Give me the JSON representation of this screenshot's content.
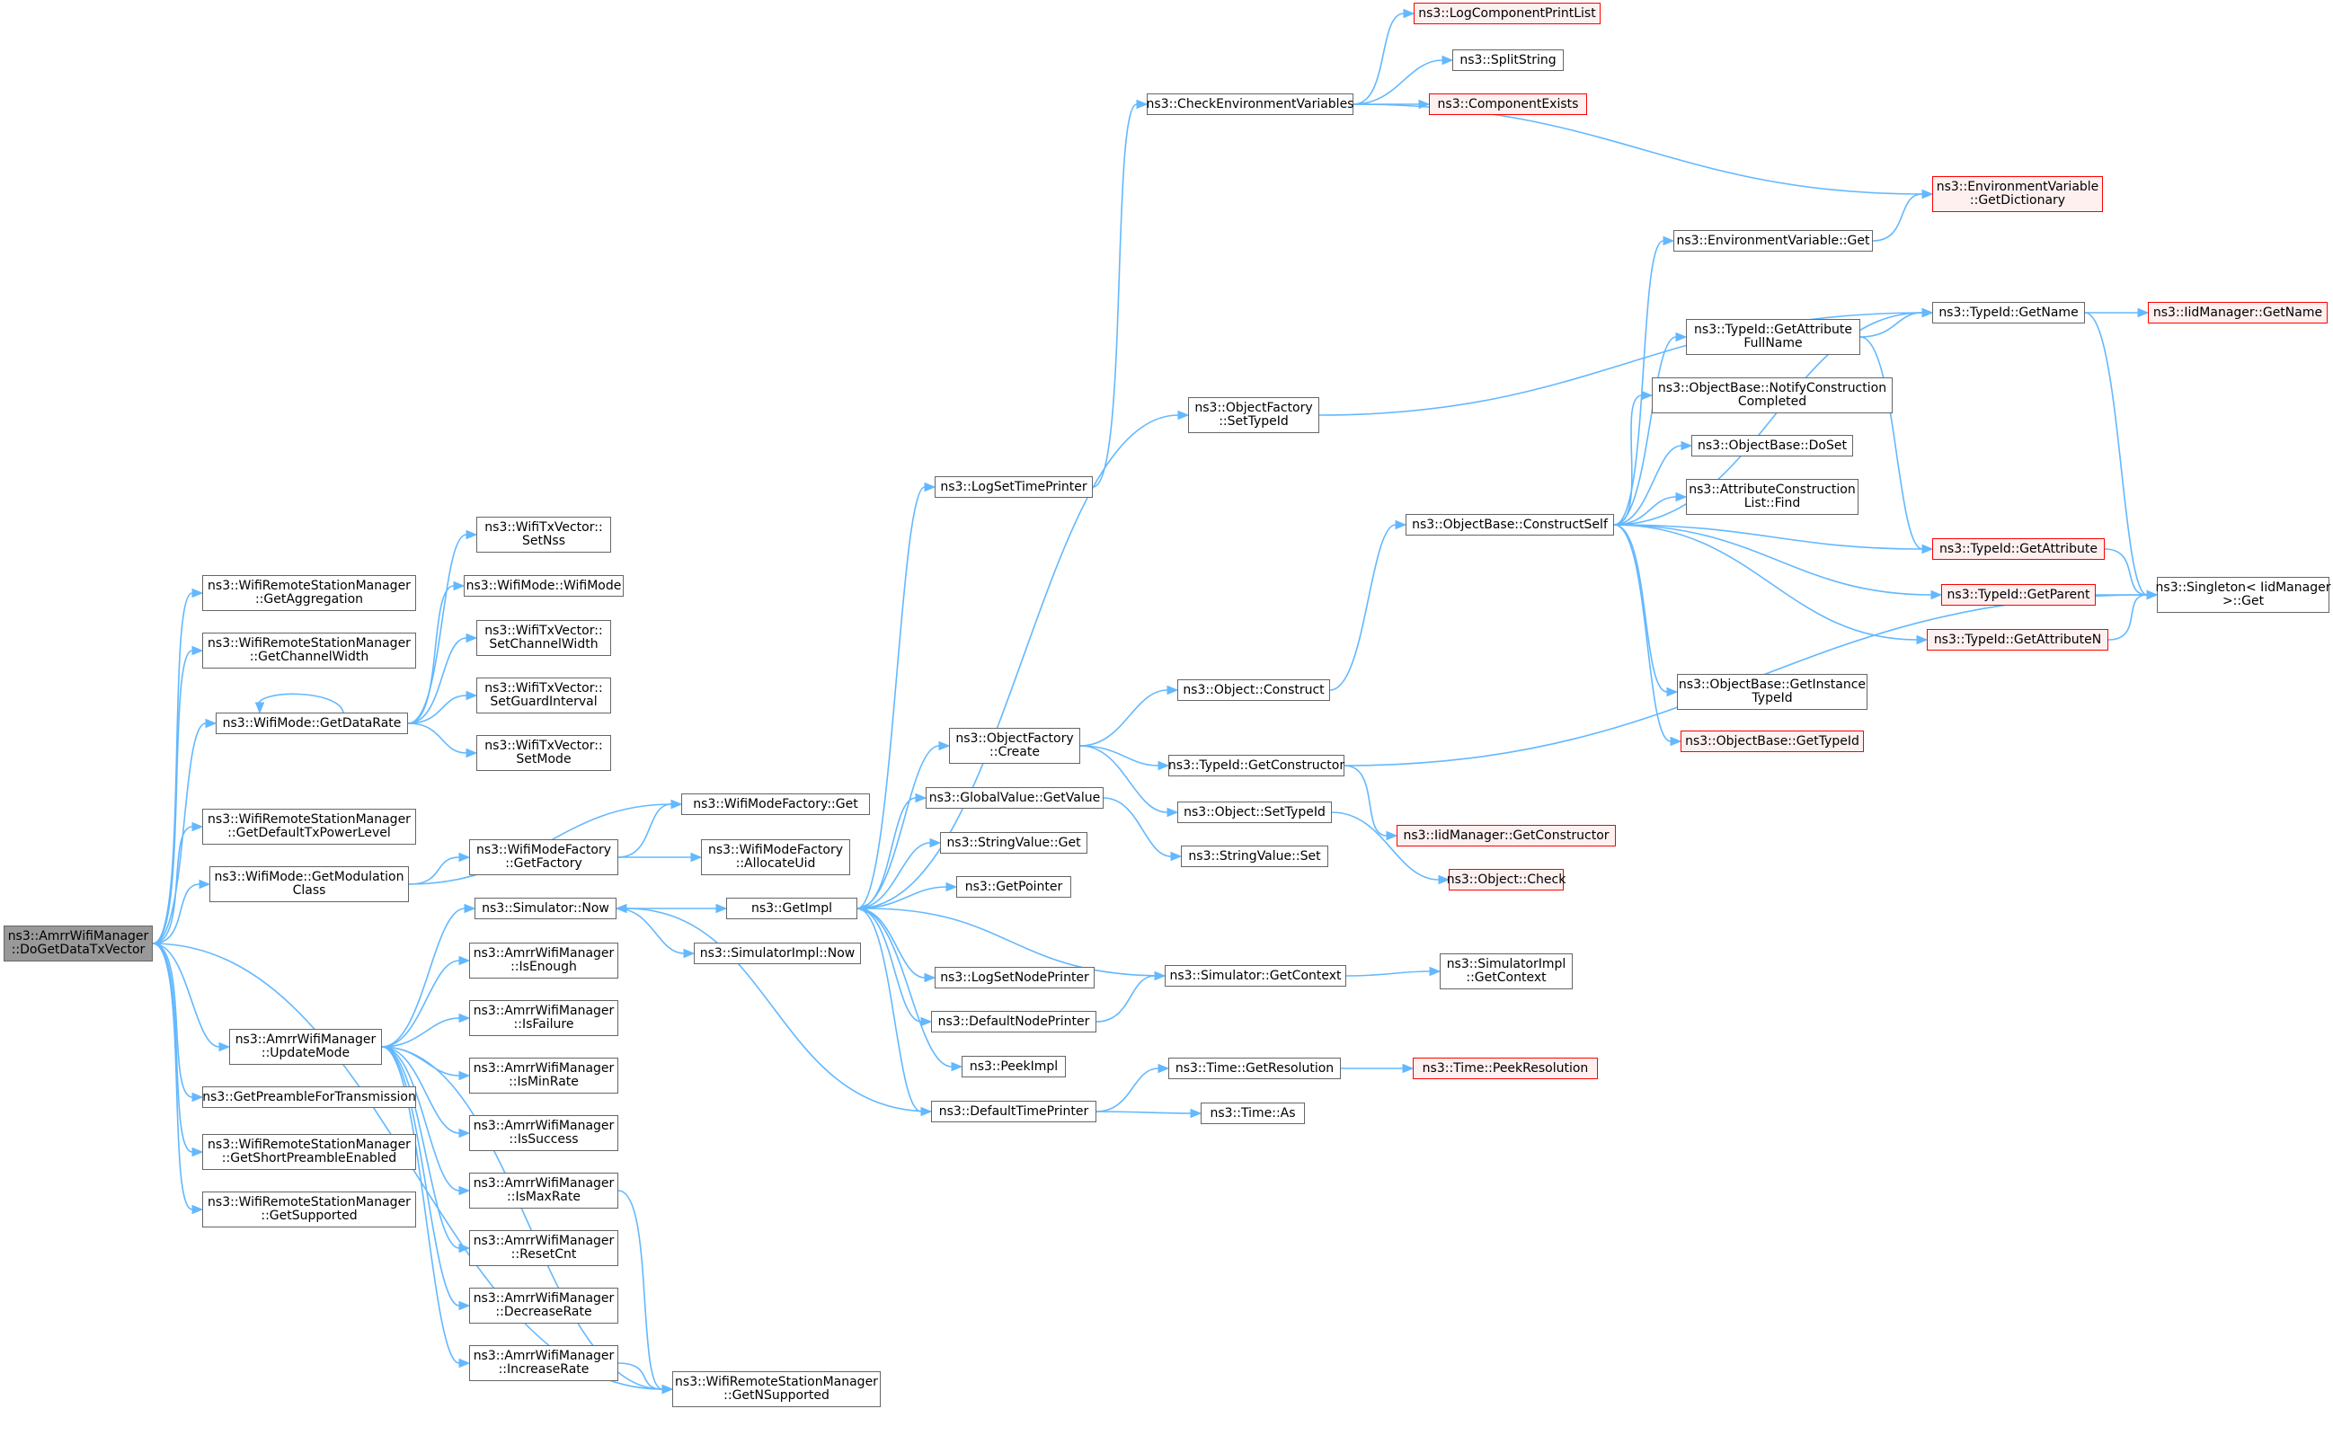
{
  "nodes": [
    {
      "id": "root",
      "lines": [
        "ns3::AmrrWifiManager",
        "::DoGetDataTxVector"
      ],
      "style": "root"
    },
    {
      "id": "getAggregation",
      "lines": [
        "ns3::WifiRemoteStationManager",
        "::GetAggregation"
      ],
      "style": "normal"
    },
    {
      "id": "getChannelWidth",
      "lines": [
        "ns3::WifiRemoteStationManager",
        "::GetChannelWidth"
      ],
      "style": "normal"
    },
    {
      "id": "getDataRate",
      "lines": [
        "ns3::WifiMode::GetDataRate"
      ],
      "style": "normal"
    },
    {
      "id": "getDefaultTxPower",
      "lines": [
        "ns3::WifiRemoteStationManager",
        "::GetDefaultTxPowerLevel"
      ],
      "style": "normal"
    },
    {
      "id": "getModulationClass",
      "lines": [
        "ns3::WifiMode::GetModulation",
        "Class"
      ],
      "style": "normal"
    },
    {
      "id": "updateMode",
      "lines": [
        "ns3::AmrrWifiManager",
        "::UpdateMode"
      ],
      "style": "normal"
    },
    {
      "id": "getPreamble",
      "lines": [
        "ns3::GetPreambleForTransmission"
      ],
      "style": "normal"
    },
    {
      "id": "getShortPreamble",
      "lines": [
        "ns3::WifiRemoteStationManager",
        "::GetShortPreambleEnabled"
      ],
      "style": "normal"
    },
    {
      "id": "getSupported",
      "lines": [
        "ns3::WifiRemoteStationManager",
        "::GetSupported"
      ],
      "style": "normal"
    },
    {
      "id": "setNss",
      "lines": [
        "ns3::WifiTxVector::",
        "SetNss"
      ],
      "style": "normal"
    },
    {
      "id": "wifiModeCtor",
      "lines": [
        "ns3::WifiMode::WifiMode"
      ],
      "style": "normal"
    },
    {
      "id": "setChannelWidth",
      "lines": [
        "ns3::WifiTxVector::",
        "SetChannelWidth"
      ],
      "style": "normal"
    },
    {
      "id": "setGuardInterval",
      "lines": [
        "ns3::WifiTxVector::",
        "SetGuardInterval"
      ],
      "style": "normal"
    },
    {
      "id": "setMode",
      "lines": [
        "ns3::WifiTxVector::",
        "SetMode"
      ],
      "style": "normal"
    },
    {
      "id": "getFactory",
      "lines": [
        "ns3::WifiModeFactory",
        "::GetFactory"
      ],
      "style": "normal"
    },
    {
      "id": "factoryGet",
      "lines": [
        "ns3::WifiModeFactory::Get"
      ],
      "style": "normal"
    },
    {
      "id": "allocateUid",
      "lines": [
        "ns3::WifiModeFactory",
        "::AllocateUid"
      ],
      "style": "normal"
    },
    {
      "id": "simNow",
      "lines": [
        "ns3::Simulator::Now"
      ],
      "style": "normal"
    },
    {
      "id": "isEnough",
      "lines": [
        "ns3::AmrrWifiManager",
        "::IsEnough"
      ],
      "style": "normal"
    },
    {
      "id": "isFailure",
      "lines": [
        "ns3::AmrrWifiManager",
        "::IsFailure"
      ],
      "style": "normal"
    },
    {
      "id": "isMinRate",
      "lines": [
        "ns3::AmrrWifiManager",
        "::IsMinRate"
      ],
      "style": "normal"
    },
    {
      "id": "isSuccess",
      "lines": [
        "ns3::AmrrWifiManager",
        "::IsSuccess"
      ],
      "style": "normal"
    },
    {
      "id": "isMaxRate",
      "lines": [
        "ns3::AmrrWifiManager",
        "::IsMaxRate"
      ],
      "style": "normal"
    },
    {
      "id": "resetCnt",
      "lines": [
        "ns3::AmrrWifiManager",
        "::ResetCnt"
      ],
      "style": "normal"
    },
    {
      "id": "decreaseRate",
      "lines": [
        "ns3::AmrrWifiManager",
        "::DecreaseRate"
      ],
      "style": "normal"
    },
    {
      "id": "increaseRate",
      "lines": [
        "ns3::AmrrWifiManager",
        "::IncreaseRate"
      ],
      "style": "normal"
    },
    {
      "id": "getNSupported",
      "lines": [
        "ns3::WifiRemoteStationManager",
        "::GetNSupported"
      ],
      "style": "normal"
    },
    {
      "id": "getImpl",
      "lines": [
        "ns3::GetImpl"
      ],
      "style": "normal"
    },
    {
      "id": "simImplNow",
      "lines": [
        "ns3::SimulatorImpl::Now"
      ],
      "style": "normal"
    },
    {
      "id": "logSetTimePrinter",
      "lines": [
        "ns3::LogSetTimePrinter"
      ],
      "style": "normal"
    },
    {
      "id": "objFactoryCreate",
      "lines": [
        "ns3::ObjectFactory",
        "::Create"
      ],
      "style": "normal"
    },
    {
      "id": "globalValueGet",
      "lines": [
        "ns3::GlobalValue::GetValue"
      ],
      "style": "normal"
    },
    {
      "id": "stringValueGet",
      "lines": [
        "ns3::StringValue::Get"
      ],
      "style": "normal"
    },
    {
      "id": "getPointer",
      "lines": [
        "ns3::GetPointer"
      ],
      "style": "normal"
    },
    {
      "id": "logSetNodePrinter",
      "lines": [
        "ns3::LogSetNodePrinter"
      ],
      "style": "normal"
    },
    {
      "id": "defaultNodePrinter",
      "lines": [
        "ns3::DefaultNodePrinter"
      ],
      "style": "normal"
    },
    {
      "id": "peekImpl",
      "lines": [
        "ns3::PeekImpl"
      ],
      "style": "normal"
    },
    {
      "id": "defaultTimePrinter",
      "lines": [
        "ns3::DefaultTimePrinter"
      ],
      "style": "normal"
    },
    {
      "id": "checkEnv",
      "lines": [
        "ns3::CheckEnvironmentVariables"
      ],
      "style": "normal"
    },
    {
      "id": "objFactorySetTypeId",
      "lines": [
        "ns3::ObjectFactory",
        "::SetTypeId"
      ],
      "style": "normal"
    },
    {
      "id": "objectConstruct",
      "lines": [
        "ns3::Object::Construct"
      ],
      "style": "normal"
    },
    {
      "id": "typeIdGetCtor",
      "lines": [
        "ns3::TypeId::GetConstructor"
      ],
      "style": "normal"
    },
    {
      "id": "objectSetTypeId",
      "lines": [
        "ns3::Object::SetTypeId"
      ],
      "style": "normal"
    },
    {
      "id": "stringValueSet",
      "lines": [
        "ns3::StringValue::Set"
      ],
      "style": "normal"
    },
    {
      "id": "simGetContext",
      "lines": [
        "ns3::Simulator::GetContext"
      ],
      "style": "normal"
    },
    {
      "id": "timeGetResolution",
      "lines": [
        "ns3::Time::GetResolution"
      ],
      "style": "normal"
    },
    {
      "id": "timeAs",
      "lines": [
        "ns3::Time::As"
      ],
      "style": "normal"
    },
    {
      "id": "logComponentPrintList",
      "lines": [
        "ns3::LogComponentPrintList"
      ],
      "style": "red"
    },
    {
      "id": "splitString",
      "lines": [
        "ns3::SplitString"
      ],
      "style": "normal"
    },
    {
      "id": "componentExists",
      "lines": [
        "ns3::ComponentExists"
      ],
      "style": "red"
    },
    {
      "id": "objectBaseConstructSelf",
      "lines": [
        "ns3::ObjectBase::ConstructSelf"
      ],
      "style": "normal"
    },
    {
      "id": "iidMgrGetCtor",
      "lines": [
        "ns3::IidManager::GetConstructor"
      ],
      "style": "red"
    },
    {
      "id": "objectCheck",
      "lines": [
        "ns3::Object::Check"
      ],
      "style": "red"
    },
    {
      "id": "simImplGetContext",
      "lines": [
        "ns3::SimulatorImpl",
        "::GetContext"
      ],
      "style": "normal"
    },
    {
      "id": "timePeekResolution",
      "lines": [
        "ns3::Time::PeekResolution"
      ],
      "style": "red"
    },
    {
      "id": "envVarGetDict",
      "lines": [
        "ns3::EnvironmentVariable",
        "::GetDictionary"
      ],
      "style": "red"
    },
    {
      "id": "envVarGet",
      "lines": [
        "ns3::EnvironmentVariable::Get"
      ],
      "style": "normal"
    },
    {
      "id": "typeIdGetAttrFullName",
      "lines": [
        "ns3::TypeId::GetAttribute",
        "FullName"
      ],
      "style": "normal"
    },
    {
      "id": "notifyConstruction",
      "lines": [
        "ns3::ObjectBase::NotifyConstruction",
        "Completed"
      ],
      "style": "normal"
    },
    {
      "id": "objectBaseDoSet",
      "lines": [
        "ns3::ObjectBase::DoSet"
      ],
      "style": "normal"
    },
    {
      "id": "attrConstructionFind",
      "lines": [
        "ns3::AttributeConstruction",
        "List::Find"
      ],
      "style": "normal"
    },
    {
      "id": "typeIdGetAttribute",
      "lines": [
        "ns3::TypeId::GetAttribute"
      ],
      "style": "red"
    },
    {
      "id": "typeIdGetParent",
      "lines": [
        "ns3::TypeId::GetParent"
      ],
      "style": "red"
    },
    {
      "id": "typeIdGetAttributeN",
      "lines": [
        "ns3::TypeId::GetAttributeN"
      ],
      "style": "red"
    },
    {
      "id": "getInstanceTypeId",
      "lines": [
        "ns3::ObjectBase::GetInstance",
        "TypeId"
      ],
      "style": "normal"
    },
    {
      "id": "objectBaseGetTypeId",
      "lines": [
        "ns3::ObjectBase::GetTypeId"
      ],
      "style": "red"
    },
    {
      "id": "typeIdGetName",
      "lines": [
        "ns3::TypeId::GetName"
      ],
      "style": "normal"
    },
    {
      "id": "iidMgrGetName",
      "lines": [
        "ns3::IidManager::GetName"
      ],
      "style": "red"
    },
    {
      "id": "singletonGet",
      "lines": [
        "ns3::Singleton< IidManager",
        " >::Get"
      ],
      "style": "normal"
    }
  ],
  "edges": [
    [
      "root",
      "getAggregation"
    ],
    [
      "root",
      "getChannelWidth"
    ],
    [
      "root",
      "getDataRate"
    ],
    [
      "root",
      "getDefaultTxPower"
    ],
    [
      "root",
      "getModulationClass"
    ],
    [
      "root",
      "updateMode"
    ],
    [
      "root",
      "getPreamble"
    ],
    [
      "root",
      "getShortPreamble"
    ],
    [
      "root",
      "getSupported"
    ],
    [
      "root",
      "getNSupported"
    ],
    [
      "getDataRate",
      "getDataRate"
    ],
    [
      "getDataRate",
      "setNss"
    ],
    [
      "getDataRate",
      "wifiModeCtor"
    ],
    [
      "getDataRate",
      "setChannelWidth"
    ],
    [
      "getDataRate",
      "setGuardInterval"
    ],
    [
      "getDataRate",
      "setMode"
    ],
    [
      "getModulationClass",
      "getFactory"
    ],
    [
      "getModulationClass",
      "factoryGet"
    ],
    [
      "getFactory",
      "factoryGet"
    ],
    [
      "getFactory",
      "allocateUid"
    ],
    [
      "updateMode",
      "simNow"
    ],
    [
      "updateMode",
      "isEnough"
    ],
    [
      "updateMode",
      "isFailure"
    ],
    [
      "updateMode",
      "isMinRate"
    ],
    [
      "updateMode",
      "isSuccess"
    ],
    [
      "updateMode",
      "isMaxRate"
    ],
    [
      "updateMode",
      "resetCnt"
    ],
    [
      "updateMode",
      "decreaseRate"
    ],
    [
      "updateMode",
      "increaseRate"
    ],
    [
      "updateMode",
      "getNSupported"
    ],
    [
      "isMaxRate",
      "getNSupported"
    ],
    [
      "increaseRate",
      "getNSupported"
    ],
    [
      "simNow",
      "getImpl"
    ],
    [
      "simNow",
      "simImplNow"
    ],
    [
      "getImpl",
      "logSetTimePrinter"
    ],
    [
      "getImpl",
      "objFactorySetTypeId"
    ],
    [
      "getImpl",
      "objFactoryCreate"
    ],
    [
      "getImpl",
      "globalValueGet"
    ],
    [
      "getImpl",
      "stringValueGet"
    ],
    [
      "getImpl",
      "getPointer"
    ],
    [
      "getImpl",
      "logSetNodePrinter"
    ],
    [
      "getImpl",
      "defaultNodePrinter"
    ],
    [
      "getImpl",
      "peekImpl"
    ],
    [
      "getImpl",
      "defaultTimePrinter"
    ],
    [
      "logSetTimePrinter",
      "checkEnv"
    ],
    [
      "checkEnv",
      "logComponentPrintList"
    ],
    [
      "checkEnv",
      "splitString"
    ],
    [
      "checkEnv",
      "componentExists"
    ],
    [
      "checkEnv",
      "envVarGetDict"
    ],
    [
      "objFactorySetTypeId",
      "typeIdGetName"
    ],
    [
      "objFactoryCreate",
      "objectConstruct"
    ],
    [
      "objFactoryCreate",
      "typeIdGetCtor"
    ],
    [
      "objFactoryCreate",
      "objectSetTypeId"
    ],
    [
      "globalValueGet",
      "stringValueSet"
    ],
    [
      "objectConstruct",
      "objectBaseConstructSelf"
    ],
    [
      "typeIdGetCtor",
      "iidMgrGetCtor"
    ],
    [
      "typeIdGetCtor",
      "singletonGet"
    ],
    [
      "objectSetTypeId",
      "objectCheck"
    ],
    [
      "simGetContext",
      "getImpl"
    ],
    [
      "simGetContext",
      "simImplGetContext"
    ],
    [
      "defaultNodePrinter",
      "simGetContext"
    ],
    [
      "defaultTimePrinter",
      "simNow"
    ],
    [
      "defaultTimePrinter",
      "timeGetResolution"
    ],
    [
      "defaultTimePrinter",
      "timeAs"
    ],
    [
      "timeGetResolution",
      "timePeekResolution"
    ],
    [
      "objectBaseConstructSelf",
      "envVarGet"
    ],
    [
      "objectBaseConstructSelf",
      "typeIdGetName"
    ],
    [
      "objectBaseConstructSelf",
      "typeIdGetAttrFullName"
    ],
    [
      "objectBaseConstructSelf",
      "notifyConstruction"
    ],
    [
      "objectBaseConstructSelf",
      "objectBaseDoSet"
    ],
    [
      "objectBaseConstructSelf",
      "attrConstructionFind"
    ],
    [
      "objectBaseConstructSelf",
      "typeIdGetAttribute"
    ],
    [
      "objectBaseConstructSelf",
      "typeIdGetParent"
    ],
    [
      "objectBaseConstructSelf",
      "typeIdGetAttributeN"
    ],
    [
      "objectBaseConstructSelf",
      "getInstanceTypeId"
    ],
    [
      "objectBaseConstructSelf",
      "objectBaseGetTypeId"
    ],
    [
      "envVarGet",
      "envVarGetDict"
    ],
    [
      "typeIdGetAttrFullName",
      "typeIdGetName"
    ],
    [
      "typeIdGetAttrFullName",
      "typeIdGetAttribute"
    ],
    [
      "typeIdGetName",
      "iidMgrGetName"
    ],
    [
      "typeIdGetName",
      "singletonGet"
    ],
    [
      "typeIdGetAttribute",
      "singletonGet"
    ],
    [
      "typeIdGetParent",
      "singletonGet"
    ],
    [
      "typeIdGetAttributeN",
      "singletonGet"
    ]
  ]
}
